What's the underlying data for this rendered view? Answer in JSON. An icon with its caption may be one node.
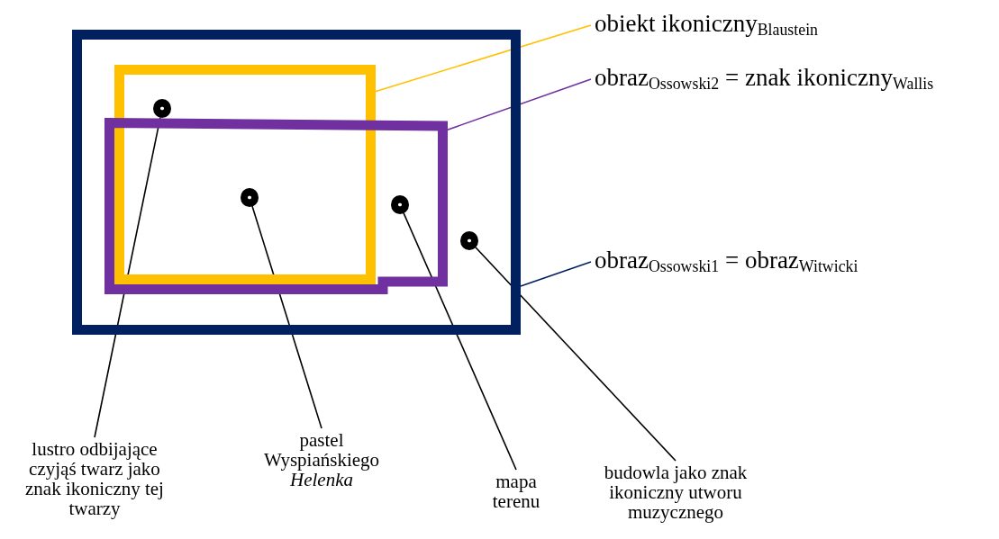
{
  "diagram": {
    "nodes": [
      {
        "text": [],
        "shape": "box"
      },
      {
        "text": [],
        "shape": "box",
        "in": 0
      },
      {
        "text": [],
        "shape": "box",
        "in": 0
      },
      {
        "text": [],
        "shape": "circle",
        "in": 1
      },
      {
        "text": [],
        "shape": "circle"
      },
      {
        "text": [],
        "shape": "circle",
        "in": 2
      },
      {
        "text": [],
        "shape": "circle",
        "in": 0
      },
      {
        "text": [
          "obiekt ikoniczny$_{Blaustein}$"
        ]
      },
      {
        "text": [
          "obraz$_{Ossowski2}$ = znak ikoniczny$_{Wallis}$"
        ]
      },
      {
        "text": [
          "obraz$_{Ossowski1}$ = obraz$_{Witwicki}$"
        ]
      },
      {
        "text": [
          "lustro odbijające czyjąś twarz jako znak ikoniczny tej twarzy"
        ]
      },
      {
        "text": [
          "pastel Wyspiańskiego *Helenka*"
        ]
      },
      {
        "text": [
          "mapa terenu"
        ]
      },
      {
        "text": [
          "budowla jako znak ikoniczny utworu muzycznego"
        ]
      }
    ],
    "edges": [
      {
        "from": 7,
        "to": 1,
        "arrow": "none",
        "color": "#ffc000"
      },
      {
        "from": 8,
        "to": 2,
        "arrow": "none",
        "color": "#7030a0"
      },
      {
        "from": 9,
        "to": 0,
        "arrow": "none",
        "color": "#002060"
      },
      {
        "from": 10,
        "to": 3,
        "arrow": "none"
      },
      {
        "from": 11,
        "to": 4,
        "arrow": "none"
      },
      {
        "from": 12,
        "to": 5,
        "arrow": "none"
      },
      {
        "from": 13,
        "to": 6,
        "arrow": "none"
      }
    ]
  }
}
